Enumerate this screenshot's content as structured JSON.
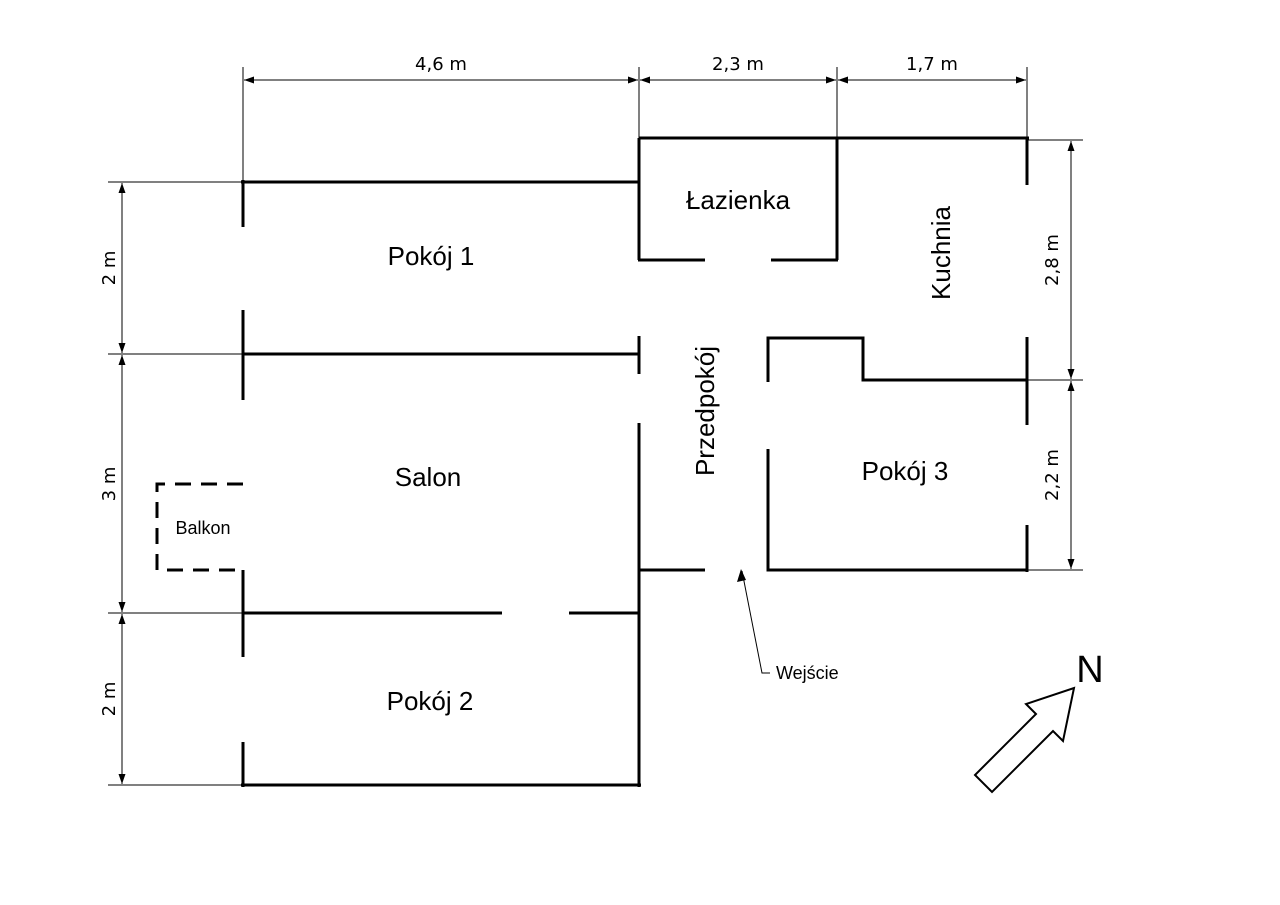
{
  "rooms": {
    "pokoj1": "Pokój 1",
    "lazienka": "Łazienka",
    "kuchnia": "Kuchnia",
    "przedpokoj": "Przedpokój",
    "salon": "Salon",
    "balkon": "Balkon",
    "pokoj3": "Pokój 3",
    "pokoj2": "Pokój 2"
  },
  "entrance_label": "Wejście",
  "compass_label": "N",
  "dimensions": {
    "top": [
      "4,6 m",
      "2,3 m",
      "1,7 m"
    ],
    "left": [
      "2 m",
      "3 m",
      "2 m"
    ],
    "right": [
      "2,8 m",
      "2,2 m"
    ]
  }
}
